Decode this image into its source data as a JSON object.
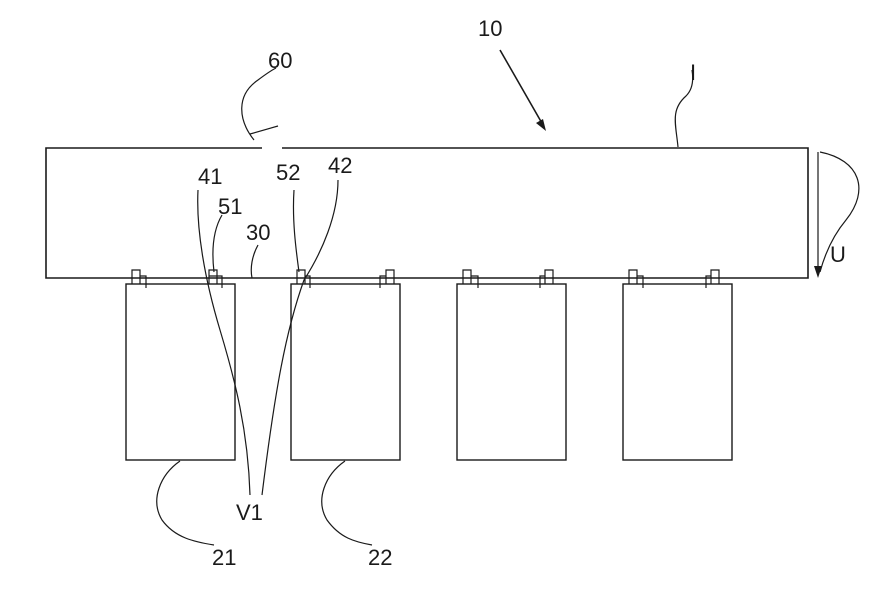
{
  "labels": {
    "l10": "10",
    "l60": "60",
    "lI": "I",
    "lU": "U",
    "l41": "41",
    "l51": "51",
    "l30": "30",
    "l52": "52",
    "l42": "42",
    "lV1": "V1",
    "l21": "21",
    "l22": "22"
  }
}
